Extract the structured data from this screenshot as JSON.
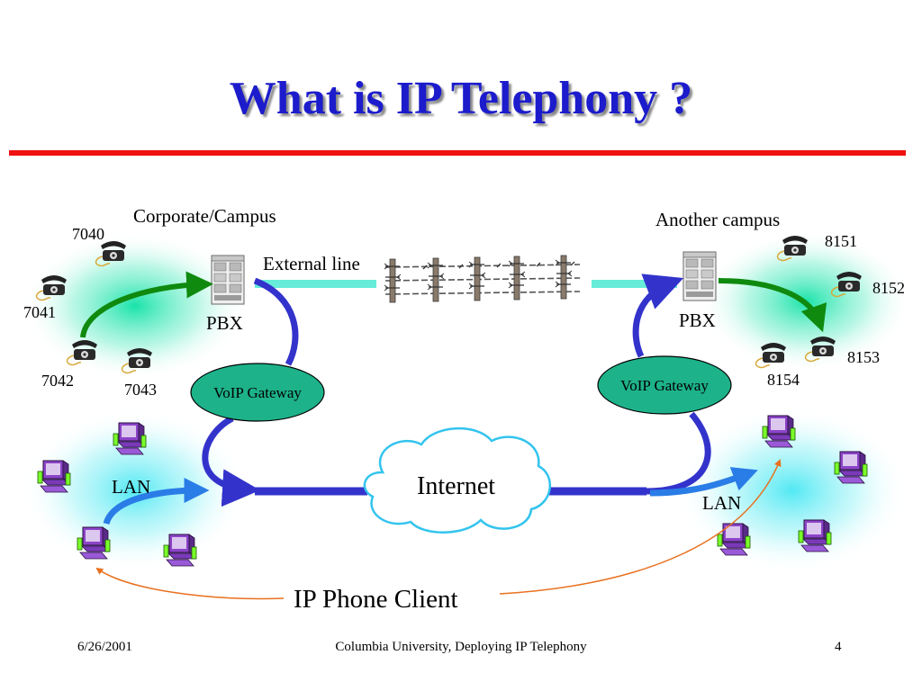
{
  "slide": {
    "title": "What is IP Telephony ?"
  },
  "colors": {
    "title": "#1c1ccc",
    "title_rule": "#ee1111",
    "gateway_fill": "#1db28a",
    "blue_link": "#3333cc",
    "green_arrow": "#0f8a0f",
    "orange_arrow": "#e8701e",
    "external_line": "#66ecd9"
  },
  "left_site": {
    "name": "Corporate/Campus",
    "pbx_label": "PBX",
    "gateway_label": "VoIP Gateway",
    "lan_label": "LAN",
    "phones": [
      "7040",
      "7041",
      "7042",
      "7043"
    ]
  },
  "right_site": {
    "name": "Another campus",
    "pbx_label": "PBX",
    "gateway_label": "VoIP Gateway",
    "lan_label": "LAN",
    "phones": [
      "8151",
      "8152",
      "8153",
      "8154"
    ]
  },
  "external_line_label": "External line",
  "internet_label": "Internet",
  "ip_phone_client_label": "IP Phone Client",
  "icons": [
    "telephone-icon",
    "pbx-server-icon",
    "computer-icon",
    "barbed-wire-fence-icon",
    "cloud-icon"
  ],
  "footer": {
    "date": "6/26/2001",
    "center": "Columbia University, Deploying IP Telephony",
    "page_number": "4"
  }
}
